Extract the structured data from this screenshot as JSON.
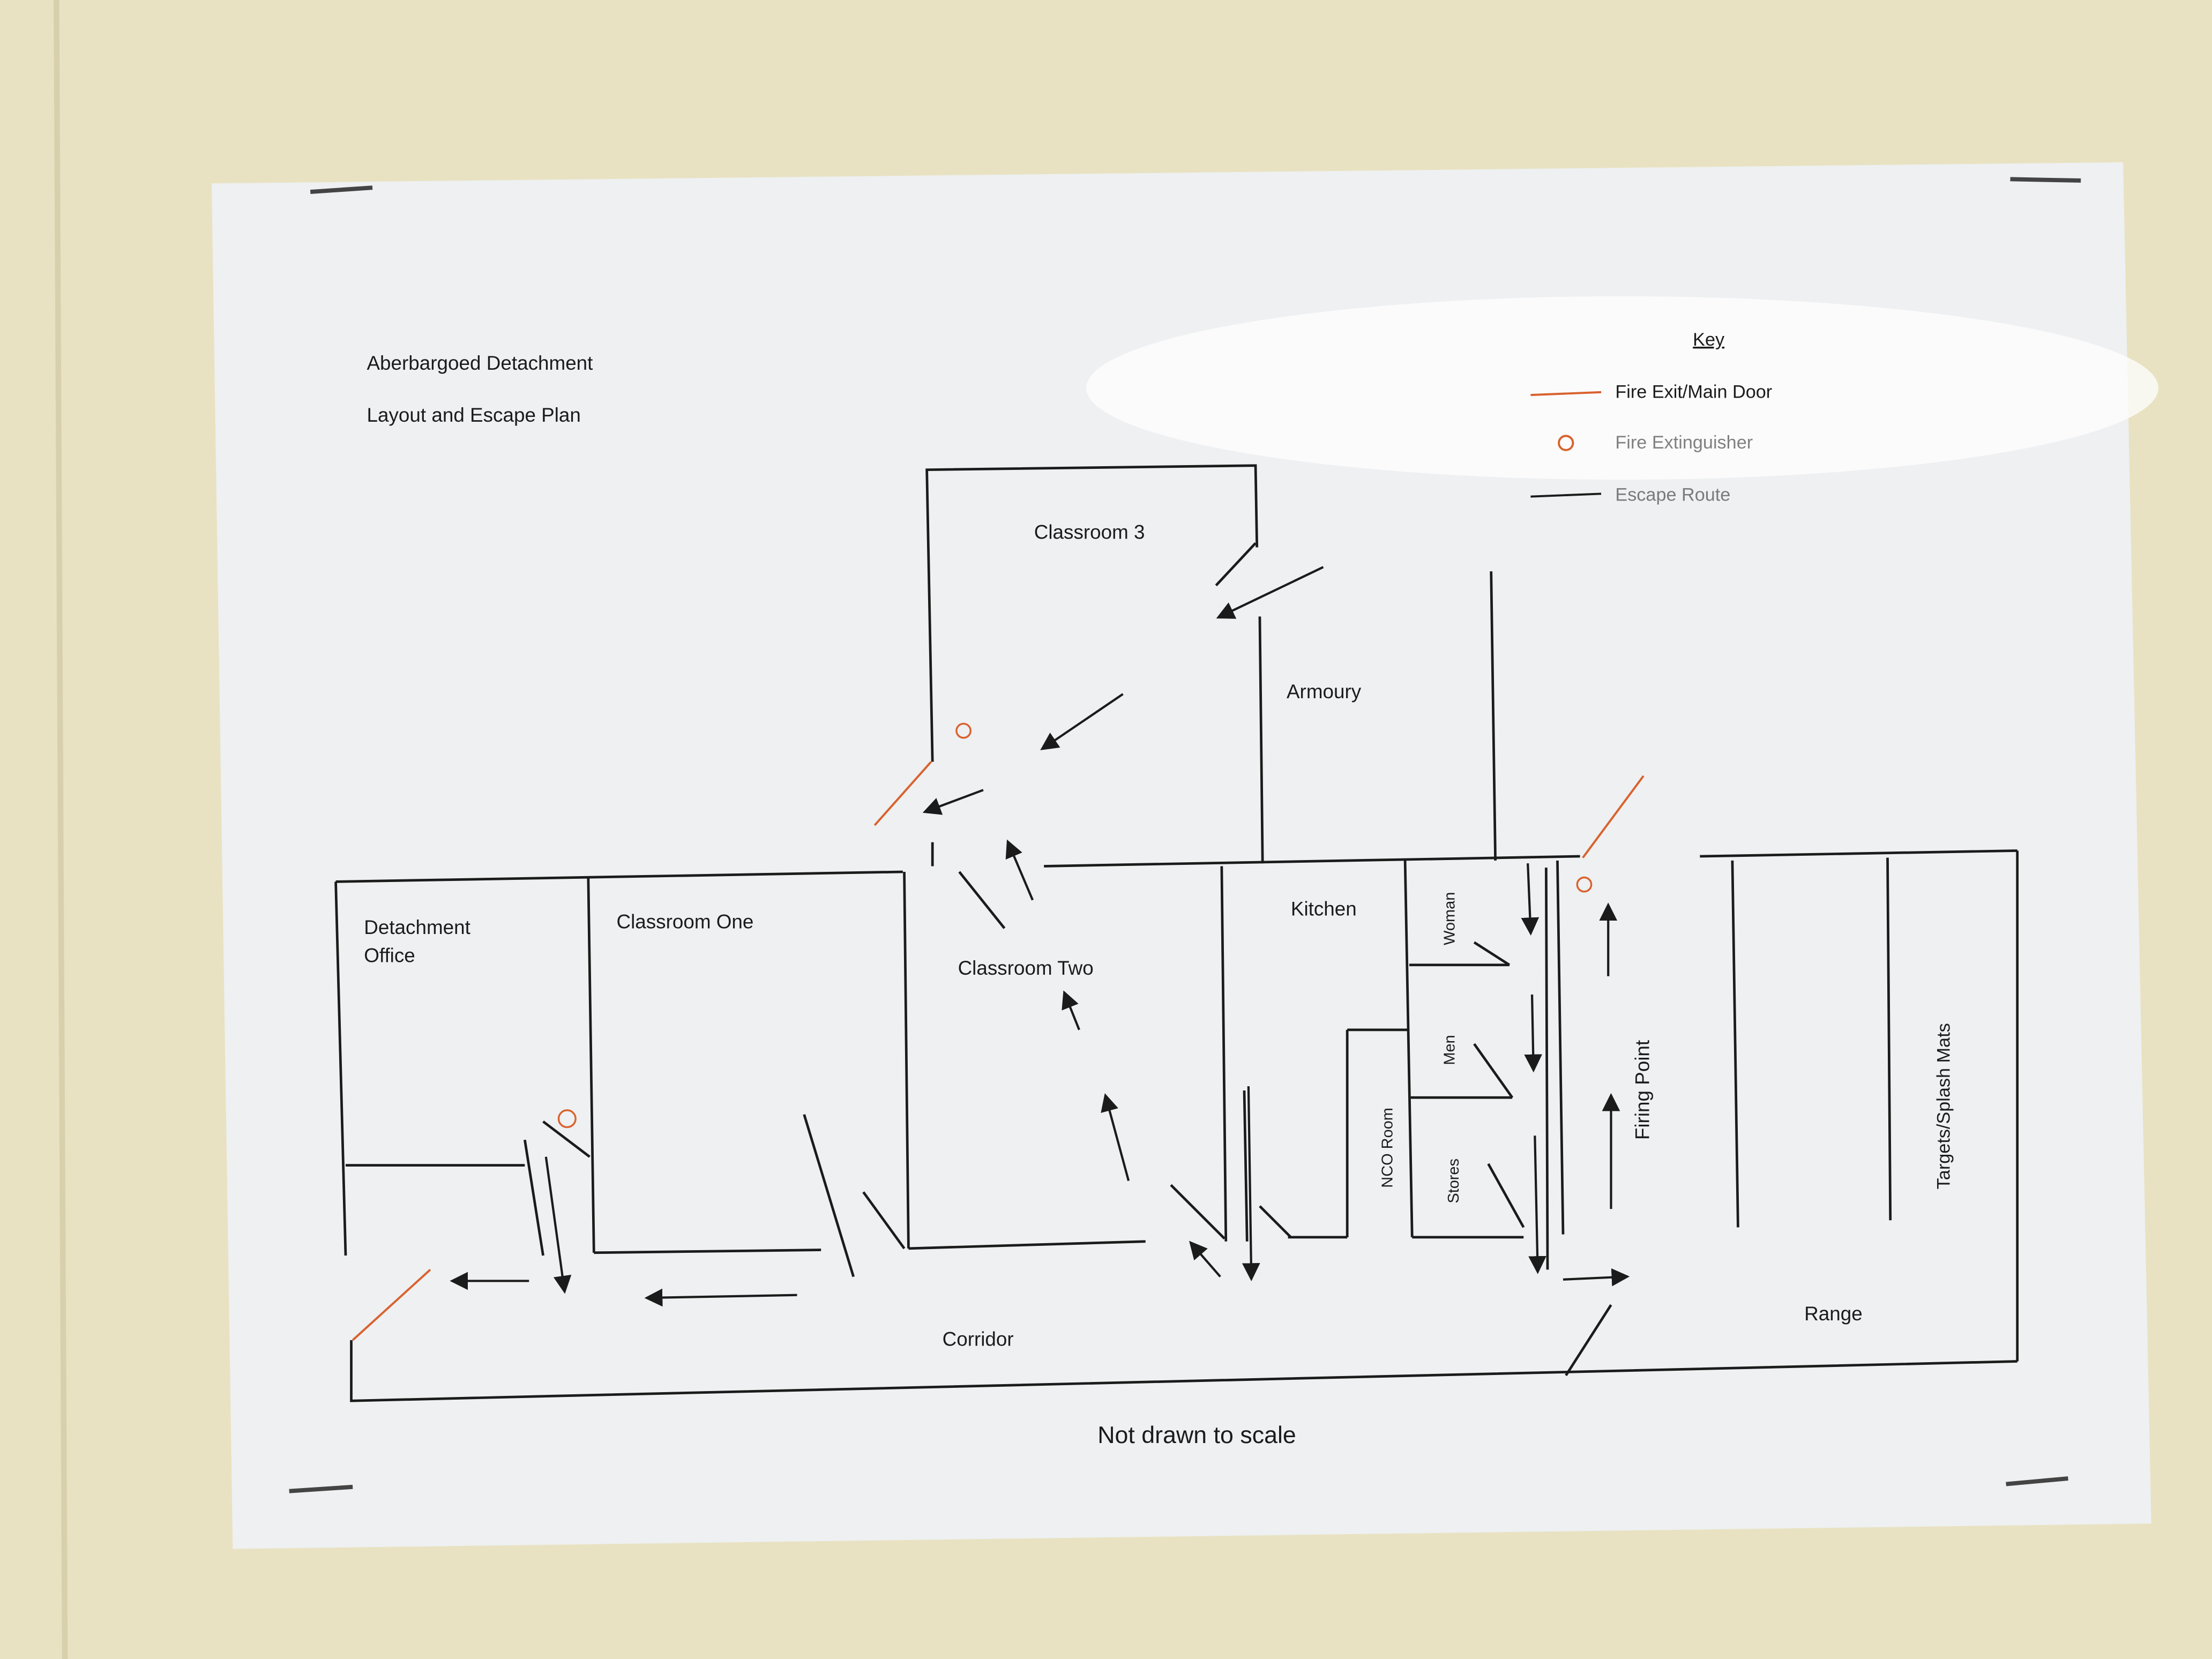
{
  "title": {
    "line1": "Aberbargoed Detachment",
    "line2": "Layout and Escape Plan"
  },
  "key": {
    "heading": "Key",
    "items": [
      {
        "label": "Fire Exit/Main Door",
        "symbol": "orange-line"
      },
      {
        "label": "Fire Extinguisher",
        "symbol": "orange-circle"
      },
      {
        "label": "Escape Route",
        "symbol": "black-arrow"
      }
    ]
  },
  "rooms": {
    "classroom3": "Classroom 3",
    "armoury": "Armoury",
    "detachment_office_1": "Detachment",
    "detachment_office_2": "Office",
    "classroom_one": "Classroom One",
    "classroom_two": "Classroom Two",
    "kitchen": "Kitchen",
    "woman": "Woman",
    "men": "Men",
    "stores": "Stores",
    "nco_room": "NCO Room",
    "firing_point": "Firing Point",
    "targets": "Targets/Splash Mats",
    "range": "Range",
    "corridor": "Corridor"
  },
  "footer": "Not drawn to scale",
  "colors": {
    "wall": "#e8e2c2",
    "paper": "#eef0f1",
    "line": "#1b1b1b",
    "exit": "#d9622e"
  }
}
